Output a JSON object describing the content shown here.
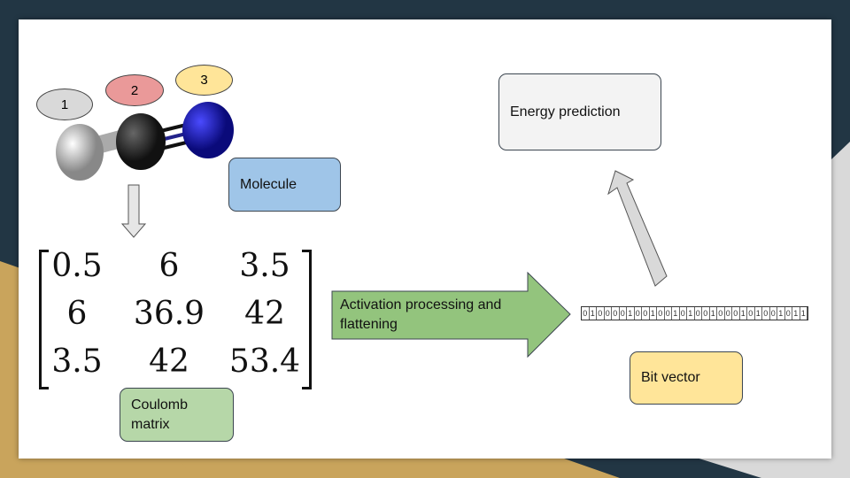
{
  "ellipses": [
    {
      "label": "1",
      "color": "#d9d9d9"
    },
    {
      "label": "2",
      "color": "#ea9999"
    },
    {
      "label": "3",
      "color": "#ffe599"
    }
  ],
  "labels": {
    "molecule": "Molecule",
    "coulomb": "Coulomb matrix",
    "energy": "Energy prediction",
    "bitvector": "Bit vector",
    "activation": "Activation processing and flattening"
  },
  "matrix": [
    [
      "0.5",
      "6",
      "3.5"
    ],
    [
      "6",
      "36.9",
      "42"
    ],
    [
      "3.5",
      "42",
      "53.4"
    ]
  ],
  "bits": "010000100100101001000101001011",
  "colors": {
    "navy": "#223644",
    "tan": "#c9a45c",
    "molecule": "#9fc5e8",
    "coulomb": "#b6d7a8",
    "energy": "#f3f3f3",
    "bitvector": "#ffe599",
    "arrow": "#93c47d"
  }
}
